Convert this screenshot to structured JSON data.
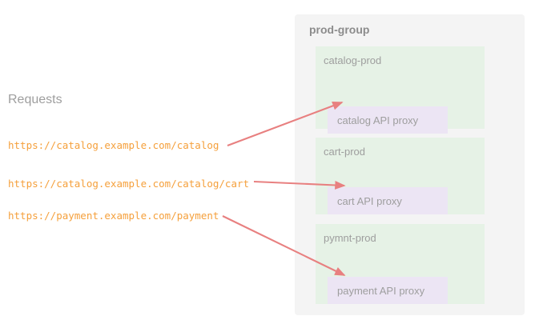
{
  "requests": {
    "title": "Requests",
    "urls": [
      "https://catalog.example.com/catalog",
      "https://catalog.example.com/catalog/cart",
      "https://payment.example.com/payment"
    ]
  },
  "group": {
    "title": "prod-group",
    "environments": [
      {
        "label": "catalog-prod",
        "proxy": "catalog API proxy"
      },
      {
        "label": "cart-prod",
        "proxy": "cart API proxy"
      },
      {
        "label": "pymnt-prod",
        "proxy": "payment API proxy"
      }
    ]
  },
  "colors": {
    "panel_bg": "#F4F4F4",
    "env_bg": "#E6F2E6",
    "proxy_bg": "#ECE5F4",
    "url_text": "#F5A03C",
    "label_text": "#9E9E9E",
    "arrow": "#E88080"
  }
}
